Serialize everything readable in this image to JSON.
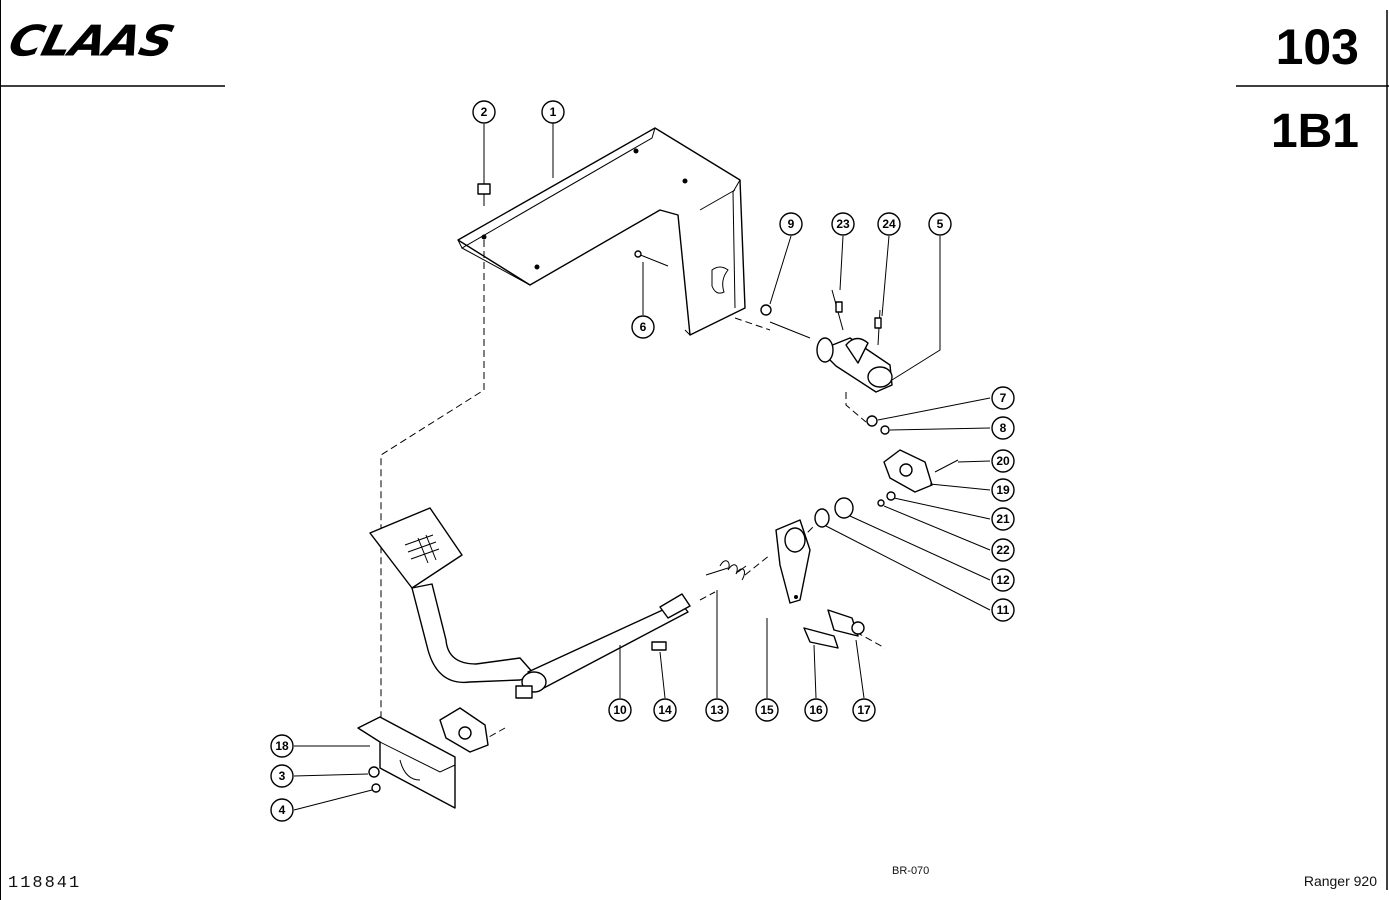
{
  "header": {
    "logo": "CLAAS",
    "page_number": "103",
    "section_code": "1B1"
  },
  "footer": {
    "doc_id": "118841",
    "drawing_ref": "BR-070",
    "model": "Ranger 920"
  },
  "callouts": [
    "1",
    "2",
    "3",
    "4",
    "5",
    "6",
    "7",
    "8",
    "9",
    "10",
    "11",
    "12",
    "13",
    "14",
    "15",
    "16",
    "17",
    "18",
    "19",
    "20",
    "21",
    "22",
    "23",
    "24"
  ]
}
